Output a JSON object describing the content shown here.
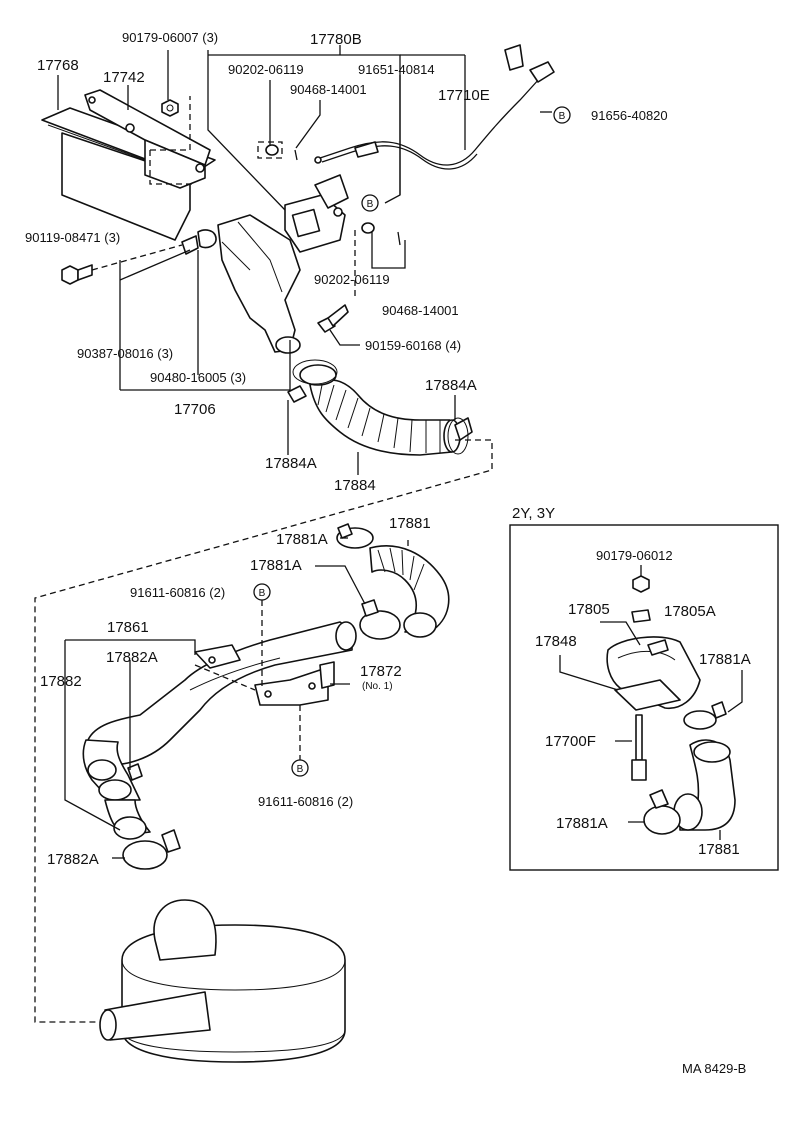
{
  "labels": {
    "p17768": "17768",
    "p17742": "17742",
    "p90179_06007": "90179-06007 (3)",
    "p17780B": "17780B",
    "p90202_06119_top": "90202-06119",
    "p90468_14001_top": "90468-14001",
    "p91651_40814": "91651-40814",
    "p17710E": "17710E",
    "p91656_40820": "91656-40820",
    "p90119_08471": "90119-08471 (3)",
    "p90202_06119_mid": "90202-06119",
    "p90468_14001_mid": "90468-14001",
    "p90159_60168": "90159-60168 (4)",
    "p90387_08016": "90387-08016 (3)",
    "p90480_16005": "90480-16005 (3)",
    "p17706": "17706",
    "p17884A_right": "17884A",
    "p17884A_left": "17884A",
    "p17884": "17884",
    "p17881A_a": "17881A",
    "p17881_top": "17881",
    "p17881A_b": "17881A",
    "p91611_60816_top": "91611-60816 (2)",
    "p17861": "17861",
    "p17882A_top": "17882A",
    "p17882": "17882",
    "p17872": "17872",
    "p17872_no": "(No. 1)",
    "p91611_60816_bot": "91611-60816 (2)",
    "p17882A_bot": "17882A",
    "inset_title": "2Y, 3Y",
    "p90179_06012": "90179-06012",
    "p17805": "17805",
    "p17805A": "17805A",
    "p17848": "17848",
    "p17881A_inset_top": "17881A",
    "p17700F": "17700F",
    "p17881A_inset_bot": "17881A",
    "p17881_inset": "17881",
    "ref_code": "MA  8429-B"
  },
  "markers": {
    "b1": "B",
    "b2": "B",
    "b3": "B",
    "b4": "B"
  }
}
